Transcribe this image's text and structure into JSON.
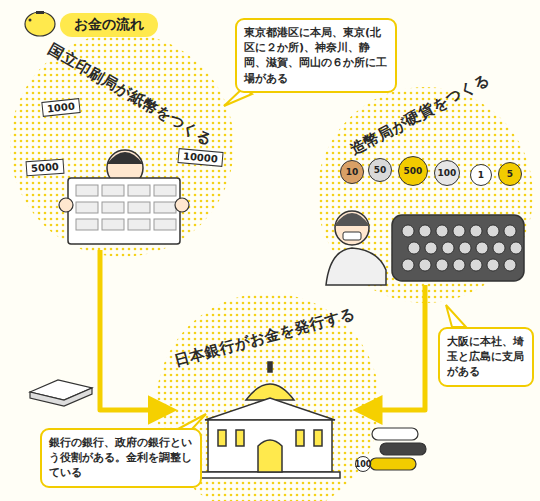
{
  "diagram": {
    "title": "お金の流れ",
    "nodes": [
      {
        "text": [
          "国立印刷局が紙幣をつくる"
        ]
      },
      {
        "text": [
          "東京都港区に本局、東京(北区に２か所)、神奈川、静岡、滋賀、岡山の６か所に工場がある"
        ]
      },
      {
        "text": [
          "造幣局が硬貨をつくる"
        ]
      },
      {
        "text": [
          "大阪に本社、埼玉と広島に支局がある"
        ]
      },
      {
        "text": [
          "日本銀行がお金を発行する"
        ]
      },
      {
        "text": [
          "銀行の銀行、政府の銀行という役割がある。金利を調整している"
        ]
      }
    ],
    "edges": [
      {
        "from": 0,
        "to": 4,
        "arrow": "to"
      },
      {
        "from": 2,
        "to": 4,
        "arrow": "to"
      }
    ],
    "labels": [
      "1000",
      "10000",
      "5000",
      "10",
      "50",
      "500",
      "100",
      "1",
      "5",
      "100"
    ]
  }
}
